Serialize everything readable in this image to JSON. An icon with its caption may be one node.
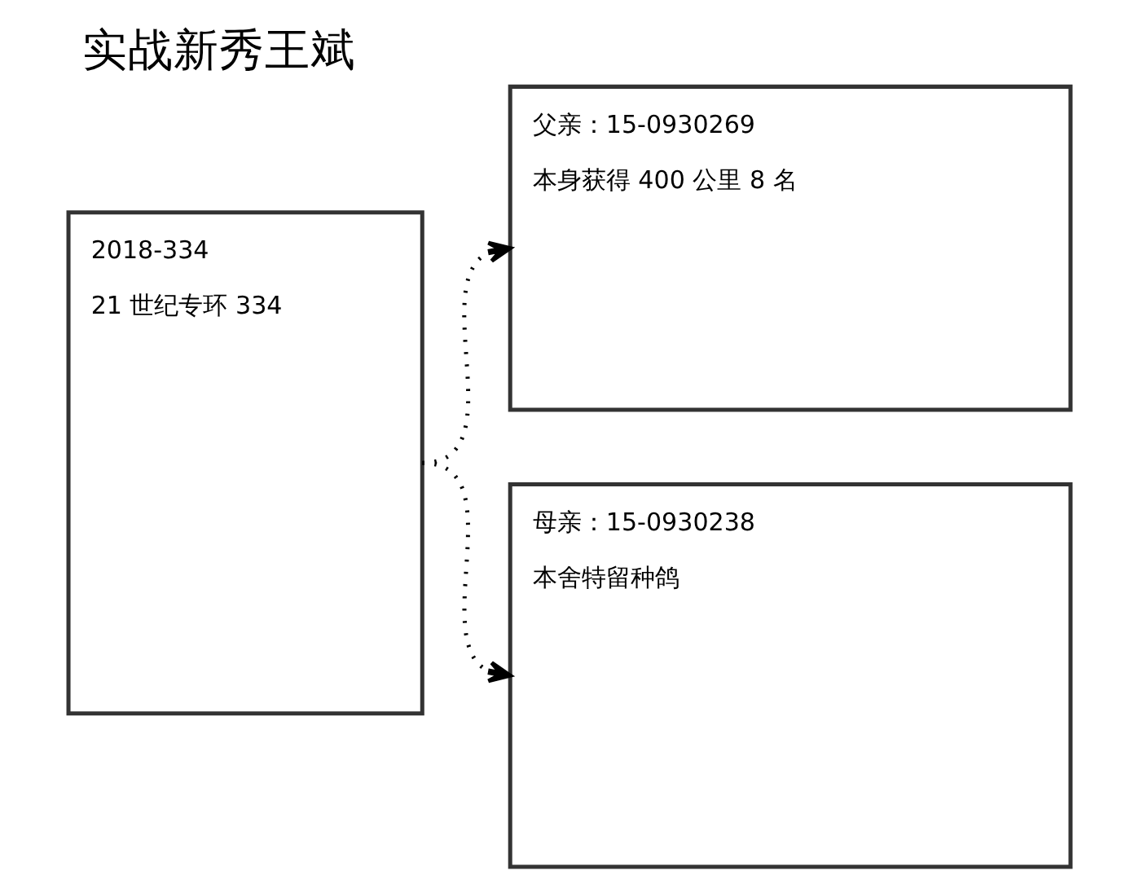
{
  "diagram": {
    "title": "实战新秀王斌",
    "nodes": [
      {
        "text": [
          "2018-334",
          "21 世纪专环 334"
        ]
      },
      {
        "text": [
          "父亲：15-0930269",
          "本身获得 400 公里 8 名"
        ]
      },
      {
        "text": [
          "母亲：15-0930238",
          "本舍特留种鸽"
        ]
      }
    ],
    "edges": [
      {
        "from": 0,
        "to": 1,
        "arrow": "to",
        "style": "dashed"
      },
      {
        "from": 0,
        "to": 2,
        "arrow": "to",
        "style": "dashed"
      }
    ]
  }
}
